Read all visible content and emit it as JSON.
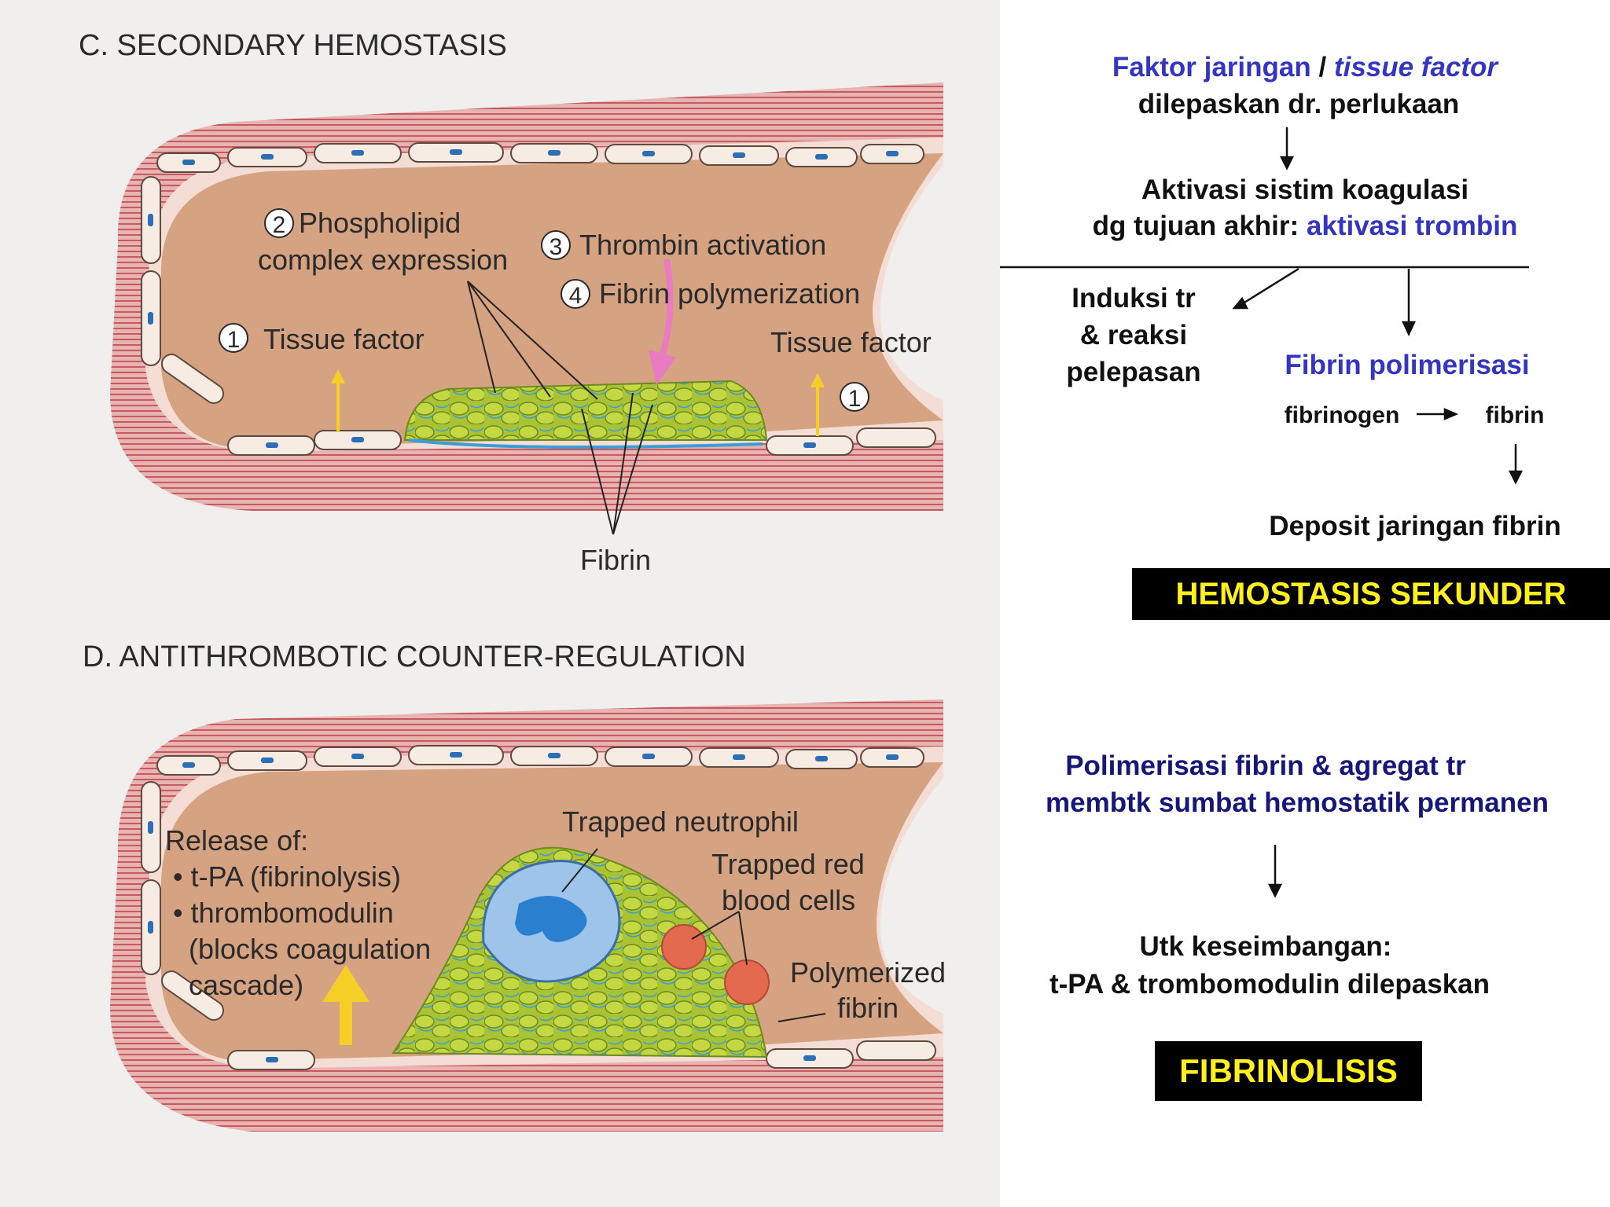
{
  "panel_c": {
    "title": "C. SECONDARY HEMOSTASIS",
    "label_2a": "Phospholipid",
    "label_2b": "complex expression",
    "label_3": "Thrombin activation",
    "label_4": "Fibrin polymerization",
    "label_1_left": "Tissue factor",
    "label_1_right": "Tissue factor",
    "label_fibrin": "Fibrin",
    "num_1": "1",
    "num_2": "2",
    "num_3": "3",
    "num_4": "4"
  },
  "panel_d": {
    "title": "D. ANTITHROMBOTIC COUNTER-REGULATION",
    "release_line1": "Release of:",
    "release_line2": "• t-PA (fibrinolysis)",
    "release_line3": "• thrombomodulin",
    "release_line4": "(blocks coagulation",
    "release_line5": "cascade)",
    "neutrophil": "Trapped neutrophil",
    "rbc_line1": "Trapped red",
    "rbc_line2": "blood cells",
    "poly_line1": "Polymerized",
    "poly_line2": "fibrin"
  },
  "flow_secondary": {
    "tf_label": "Faktor jaringan",
    "tf_separator": " / ",
    "tf_italic": "tissue factor",
    "tf_line2": "dilepaskan dr. perlukaan",
    "act_line1": "Aktivasi sistim koagulasi",
    "act_line2_prefix": "dg tujuan akhir: ",
    "act_line2_blue": "aktivasi trombin",
    "induksi_line1": "Induksi tr",
    "induksi_line2": "& reaksi",
    "induksi_line3": "pelepasan",
    "fibrin_poly": "Fibrin polimerisasi",
    "fibrinogen": "fibrinogen",
    "fibrin": "fibrin",
    "deposit": "Deposit jaringan fibrin",
    "badge": "HEMOSTASIS SEKUNDER"
  },
  "flow_fibrinolysis": {
    "line1": "Polimerisasi fibrin & agregat tr",
    "line2": "membtk sumbat hemostatik permanen",
    "line3": "Utk keseimbangan:",
    "line4": "t-PA & trombomodulin dilepaskan",
    "badge": "FIBRINOLISIS"
  },
  "colors": {
    "vessel_lumen": "#d6a382",
    "vessel_wall": "#e3a8a8",
    "wall_stripe": "#c45d62",
    "endothelium": "#f7ece3",
    "platelet": "#b9cf3d",
    "fibrin": "#3a9ed8",
    "neutrophil": "#9fc4ea",
    "rbc": "#e36a4e",
    "arrow_yellow": "#f5cf27",
    "arrow_pink": "#e97bc0",
    "blue_text": "#3535c4",
    "navy_text": "#17177a",
    "badge_text": "#ffef1c"
  }
}
